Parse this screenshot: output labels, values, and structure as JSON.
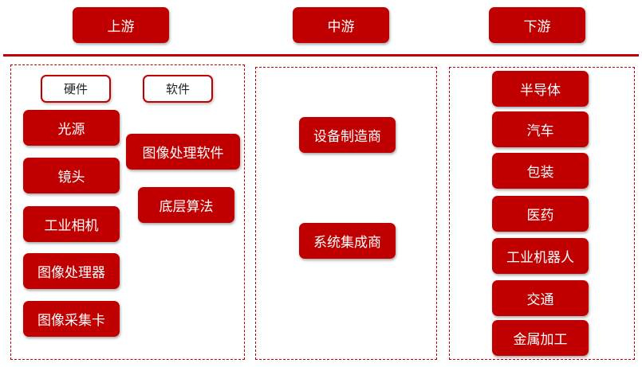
{
  "headers": {
    "upstream": "上游",
    "midstream": "中游",
    "downstream": "下游"
  },
  "upstream": {
    "hardware_label": "硬件",
    "software_label": "软件",
    "hardware_items": [
      "光源",
      "镜头",
      "工业相机",
      "图像处理器",
      "图像采集卡"
    ],
    "software_items": [
      "图像处理软件",
      "底层算法"
    ]
  },
  "midstream": {
    "items": [
      "设备制造商",
      "系统集成商"
    ]
  },
  "downstream": {
    "items": [
      "半导体",
      "汽车",
      "包装",
      "医药",
      "工业机器人",
      "交通",
      "金属加工"
    ]
  },
  "colors": {
    "accent": "#c00000",
    "text_on_accent": "#ffffff"
  }
}
